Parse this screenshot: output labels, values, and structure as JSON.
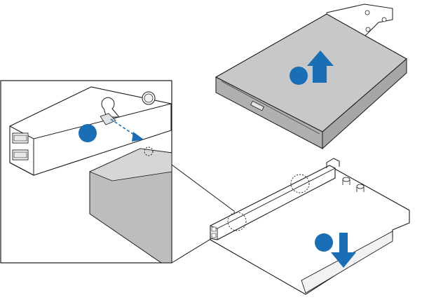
{
  "figure": {
    "colors": {
      "callout": "#1a6eb5",
      "arrow": "#1a6eb5",
      "drive_top": "#c8c8c8",
      "drive_front": "#b0b0b0",
      "chassis": "#bdbdbd",
      "tray_face": "#ffffff",
      "outline": "#1a1a1a"
    },
    "callouts": [
      {
        "id": "A",
        "label": ""
      },
      {
        "id": "B",
        "label": ""
      },
      {
        "id": "C",
        "label": ""
      }
    ]
  }
}
